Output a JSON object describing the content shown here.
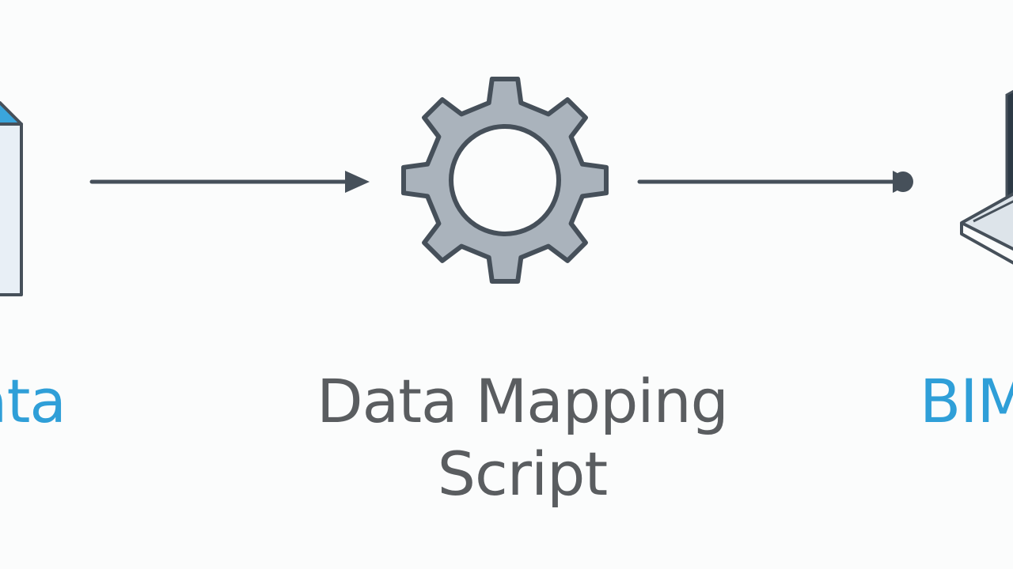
{
  "nodes": {
    "source": {
      "label": "ata"
    },
    "process": {
      "label_lines": [
        "Data Mapping",
        "Script"
      ]
    },
    "target": {
      "label": "BIM"
    }
  },
  "icons": {
    "source": "document-icon",
    "process": "gear-icon",
    "target": "building-icon"
  },
  "colors": {
    "accent": "#2f9fd8",
    "stroke": "#46505a",
    "gear_fill": "#aab3bc",
    "label": "#5a5d60",
    "background": "#fbfcfc"
  }
}
